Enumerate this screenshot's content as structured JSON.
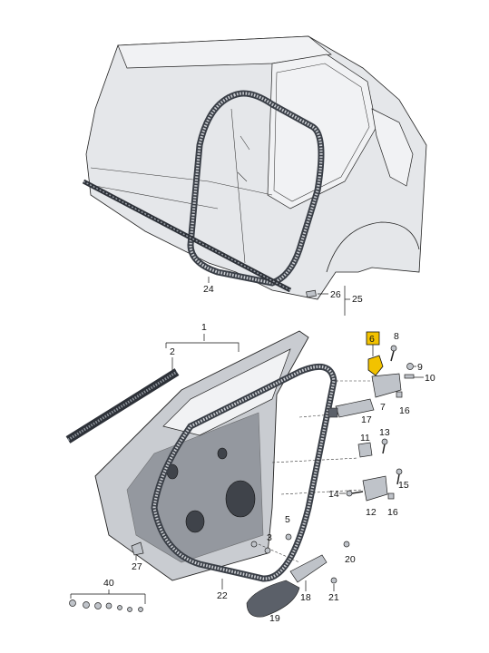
{
  "callouts": {
    "c1": "1",
    "c2": "2",
    "c3": "3",
    "c5": "5",
    "c6": "6",
    "c7": "7",
    "c8": "8",
    "c9": "9",
    "c10": "10",
    "c11": "11",
    "c12": "12",
    "c13": "13",
    "c14": "14",
    "c15": "15",
    "c16a": "16",
    "c16b": "16",
    "c17": "17",
    "c18": "18",
    "c19": "19",
    "c20": "20",
    "c21": "21",
    "c22": "22",
    "c24": "24",
    "c25": "25",
    "c26": "26",
    "c27": "27",
    "c40": "40"
  },
  "highlight_color": "#f2c200"
}
